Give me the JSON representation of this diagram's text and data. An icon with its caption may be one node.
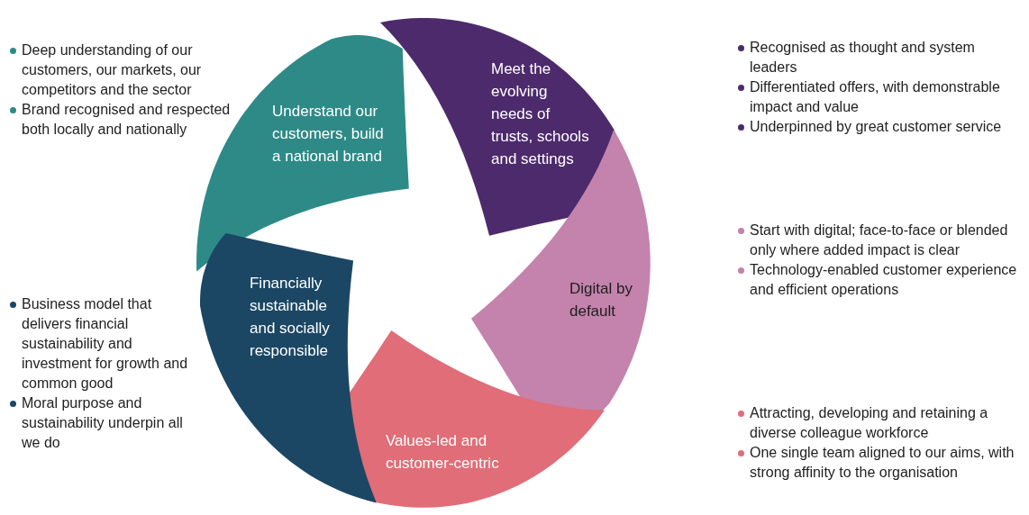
{
  "diagram": {
    "nodes": [
      {
        "text": [
          "Understand our customers, build a national brand"
        ],
        "beside": [
          "Deep understanding of our customers, our markets, our competitors and the sector",
          "Brand recognised and respected both locally and nationally"
        ]
      },
      {
        "text": [
          "Meet the evolving needs of trusts, schools and settings"
        ],
        "beside": [
          "Recognised as thought and system leaders",
          "Differentiated offers, with demonstrable impact and value",
          "Underpinned by great customer service"
        ]
      },
      {
        "text": [
          "Digital by default"
        ],
        "beside": [
          "Start with digital; face-to-face or blended only where added impact is clear",
          "Technology-enabled customer experience and efficient operations"
        ]
      },
      {
        "text": [
          "Values-led and customer-centric"
        ],
        "beside": [
          "Attracting, developing and retaining a diverse colleague workforce",
          "One single team aligned to our aims, with strong affinity to the organisation"
        ]
      },
      {
        "text": [
          "Financially sustainable and socially responsible"
        ],
        "beside": [
          "Business model that delivers financial sustainability and investment for growth and common good",
          "Moral purpose and sustainability underpin all we do"
        ]
      }
    ]
  }
}
